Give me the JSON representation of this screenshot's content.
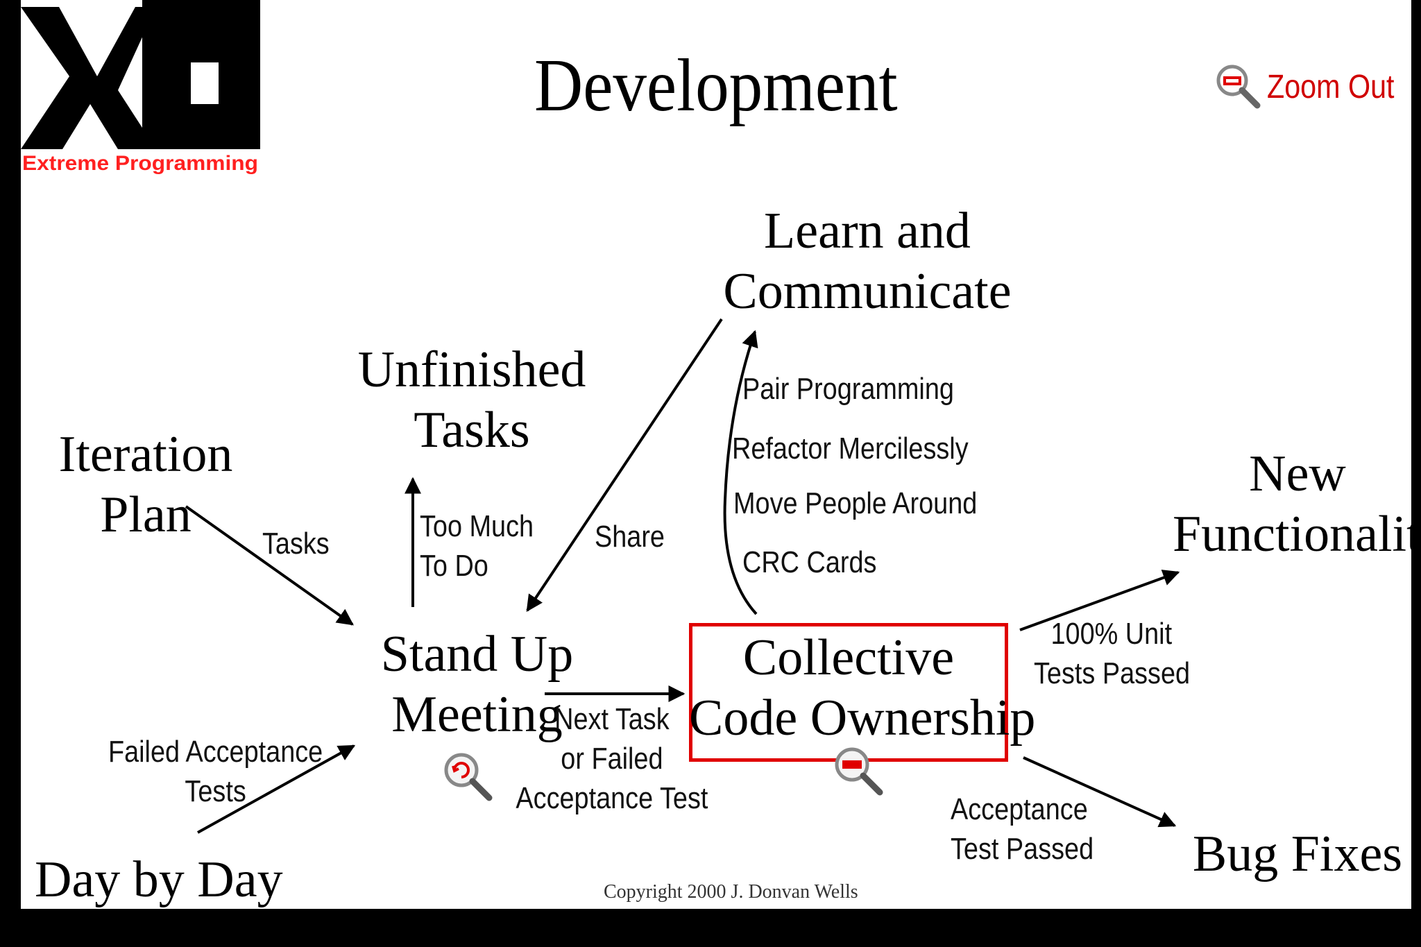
{
  "title": "Development",
  "logo": {
    "text": "Extreme Programming",
    "mark": "XP"
  },
  "zoom_out": {
    "label": "Zoom Out",
    "icon": "zoom-out-magnifier-icon"
  },
  "nodes": {
    "learn": [
      "Learn and",
      "Communicate"
    ],
    "unfinished": [
      "Unfinished",
      "Tasks"
    ],
    "iteration": [
      "Iteration",
      "Plan"
    ],
    "standup": [
      "Stand Up",
      "Meeting"
    ],
    "collective": [
      "Collective",
      "Code Ownership"
    ],
    "new_func": [
      "New",
      "Functionality"
    ],
    "bug_fixes": "Bug Fixes",
    "day_by_day": "Day by Day"
  },
  "edge_labels": {
    "tasks": "Tasks",
    "too_much": [
      "Too Much",
      "To Do"
    ],
    "share": "Share",
    "failed_acceptance": [
      "Failed Acceptance",
      "Tests"
    ],
    "next_task": [
      "Next Task",
      "or Failed",
      "Acceptance Test"
    ],
    "unit_tests": [
      "100% Unit",
      "Tests Passed"
    ],
    "acceptance_passed": [
      "Acceptance",
      "Test Passed"
    ]
  },
  "practices": [
    "Pair Programming",
    "Refactor Mercilessly",
    "Move People Around",
    "CRC Cards"
  ],
  "copyright": "Copyright 2000 J. Donvan Wells",
  "colors": {
    "highlight_box": "#e00000",
    "zoom_text": "#d00000",
    "logo_bg": "#000000",
    "logo_text": "#ff2020"
  }
}
